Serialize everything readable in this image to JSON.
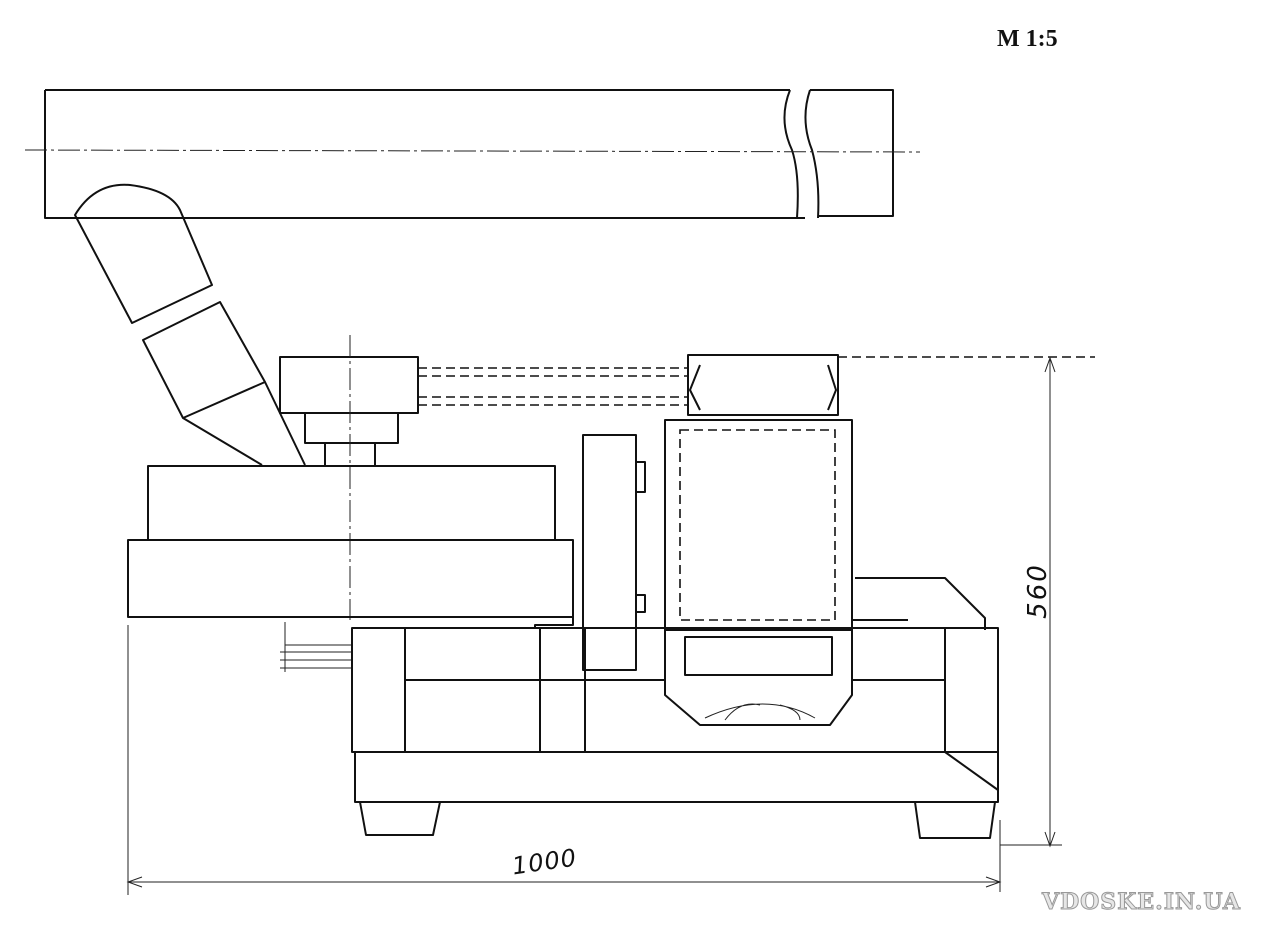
{
  "scale_label": "M 1:5",
  "dimensions": {
    "width": "1000",
    "height": "560"
  },
  "watermark": "VDOSKE.IN.UA"
}
